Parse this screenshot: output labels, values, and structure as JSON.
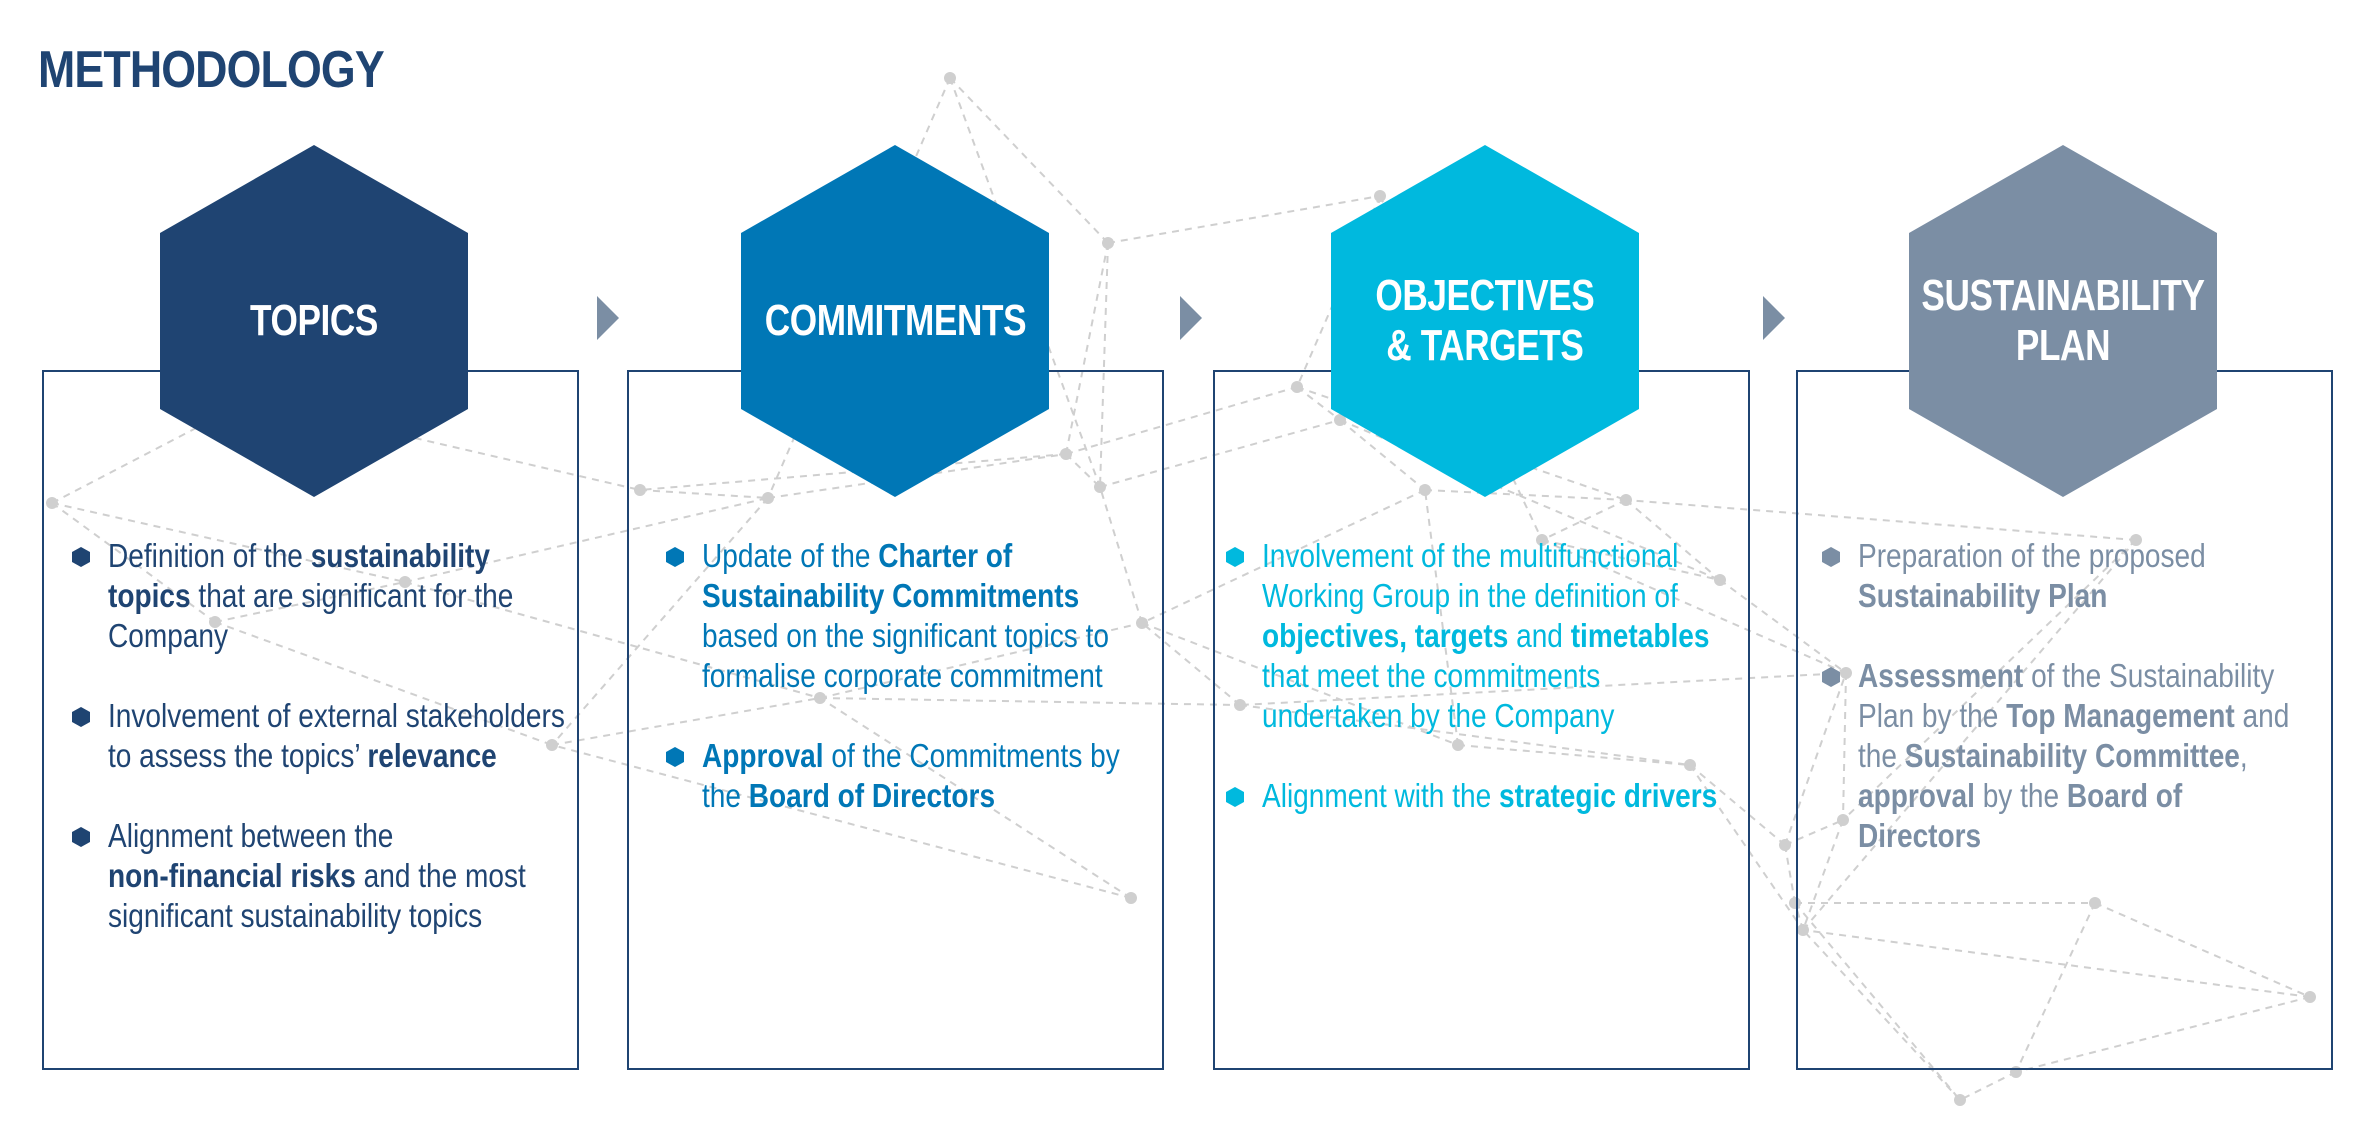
{
  "header": {
    "title": "METHODOLOGY"
  },
  "colors": {
    "topics": "#1f4472",
    "commitments": "#0077b6",
    "objectives": "#00b9de",
    "plan": "#7b8ea4",
    "border": "#1f4472",
    "network": "#cfcfcf"
  },
  "steps": [
    {
      "label": "TOPICS",
      "bullets": [
        [
          [
            {
              "t": "Definition of the "
            },
            {
              "t": "sustainability",
              "b": true
            }
          ],
          [
            {
              "t": "topics",
              "b": true
            },
            {
              "t": " that are significant for the"
            }
          ],
          [
            {
              "t": "Company"
            }
          ]
        ],
        [
          [
            {
              "t": "Involvement of external stakeholders"
            }
          ],
          [
            {
              "t": "to assess the topics’ "
            },
            {
              "t": "relevance",
              "b": true
            }
          ]
        ],
        [
          [
            {
              "t": "Alignment between the"
            }
          ],
          [
            {
              "t": "non-financial risks",
              "b": true
            },
            {
              "t": " and the most"
            }
          ],
          [
            {
              "t": "significant sustainability topics"
            }
          ]
        ]
      ]
    },
    {
      "label": "COMMITMENTS",
      "bullets": [
        [
          [
            {
              "t": "Update of the "
            },
            {
              "t": "Charter of",
              "b": true
            }
          ],
          [
            {
              "t": "Sustainability Commitments",
              "b": true
            }
          ],
          [
            {
              "t": "based on the significant topics to"
            }
          ],
          [
            {
              "t": "formalise corporate commitment"
            }
          ]
        ],
        [
          [
            {
              "t": "Approval",
              "b": true
            },
            {
              "t": " of the Commitments by"
            }
          ],
          [
            {
              "t": "the "
            },
            {
              "t": "Board of Directors",
              "b": true
            }
          ]
        ]
      ]
    },
    {
      "label": "OBJECTIVES\n& TARGETS",
      "bullets": [
        [
          [
            {
              "t": "Involvement of the multifunctional"
            }
          ],
          [
            {
              "t": "Working Group in the definition of"
            }
          ],
          [
            {
              "t": "objectives, targets",
              "b": true
            },
            {
              "t": " and "
            },
            {
              "t": "timetables",
              "b": true
            }
          ],
          [
            {
              "t": "that meet the commitments"
            }
          ],
          [
            {
              "t": "undertaken by the Company"
            }
          ]
        ],
        [
          [
            {
              "t": "Alignment with the "
            },
            {
              "t": "strategic drivers",
              "b": true
            }
          ]
        ]
      ]
    },
    {
      "label": "SUSTAINABILITY\nPLAN",
      "bullets": [
        [
          [
            {
              "t": "Preparation of the proposed"
            }
          ],
          [
            {
              "t": "Sustainability Plan",
              "b": true
            }
          ]
        ],
        [
          [
            {
              "t": "Assessment",
              "b": true
            },
            {
              "t": " of the Sustainability"
            }
          ],
          [
            {
              "t": "Plan by the "
            },
            {
              "t": "Top Management",
              "b": true
            },
            {
              "t": " and"
            }
          ],
          [
            {
              "t": "the "
            },
            {
              "t": "Sustainability Committee",
              "b": true
            },
            {
              "t": ","
            }
          ],
          [
            {
              "t": "approval",
              "b": true
            },
            {
              "t": " by the "
            },
            {
              "t": "Board of",
              "b": true
            }
          ],
          [
            {
              "t": "Directors",
              "b": true
            }
          ]
        ]
      ]
    }
  ]
}
